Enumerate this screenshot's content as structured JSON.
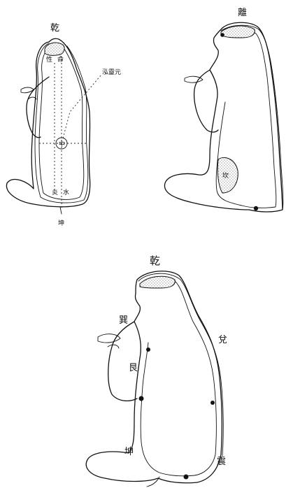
{
  "figures": [
    {
      "labels": {
        "top": "乾",
        "head_left": "性",
        "head_right": "命",
        "center": "中",
        "callout": "泓靈元",
        "bottom_left": "炎",
        "bottom_right": "水",
        "base": "坤"
      }
    },
    {
      "labels": {
        "top": "離",
        "belly": "坎"
      }
    },
    {
      "labels": {
        "top": "乾",
        "upper_left": "巽",
        "left": "艮",
        "right": "兌",
        "bottom_left": "坤",
        "bottom_right": "震"
      }
    }
  ]
}
